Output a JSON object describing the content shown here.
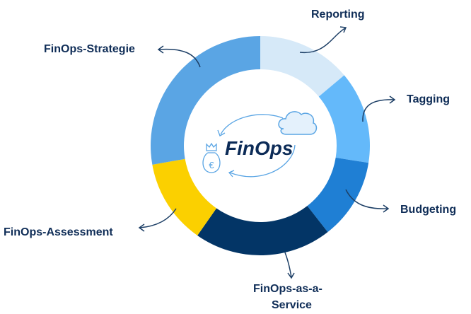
{
  "title": "FinOps",
  "segments": [
    {
      "label": "Reporting",
      "color": "#d6e9f8",
      "start_deg": 0,
      "end_deg": 50
    },
    {
      "label": "Tagging",
      "color": "#64b9fa",
      "start_deg": 50,
      "end_deg": 99
    },
    {
      "label": "Budgeting",
      "color": "#1f7fd4",
      "start_deg": 99,
      "end_deg": 142
    },
    {
      "label": "FinOps-as-a-Service",
      "line1": "FinOps-as-a-",
      "line2": "Service",
      "color": "#033566",
      "start_deg": 142,
      "end_deg": 215
    },
    {
      "label": "FinOps-Assessment",
      "color": "#fbd000",
      "start_deg": 215,
      "end_deg": 260
    },
    {
      "label": "FinOps-Strategie",
      "color": "#5aa5e4",
      "start_deg": 260,
      "end_deg": 360
    }
  ],
  "icons": [
    "cloud-icon",
    "money-bag-euro-icon",
    "cycle-arrows-icon"
  ],
  "colors": {
    "text": "#0f2d57",
    "accent": "#5aa5e4"
  }
}
